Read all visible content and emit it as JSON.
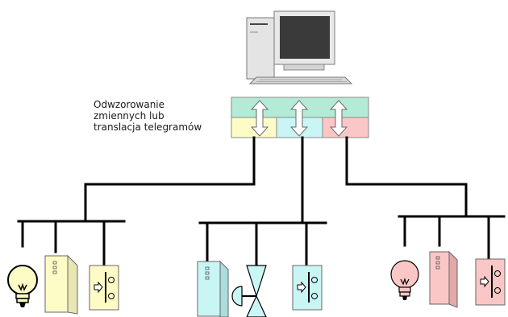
{
  "caption": {
    "lines": [
      "Odwzorowanie",
      "zmiennych lub",
      "translacja telegramów"
    ]
  },
  "colors": {
    "gateway_top": "#b3ebd7",
    "yellow": "#fdfcc7",
    "cyan": "#c9f6f5",
    "pink": "#fbc7c6",
    "bus": "#000000"
  },
  "icons": {
    "computer": "desktop-computer-icon",
    "gateway": "gateway-module-icon",
    "bulb": "light-bulb-icon",
    "module": "io-module-icon",
    "switch": "push-button-switch-icon",
    "valve": "valve-actuator-icon"
  }
}
